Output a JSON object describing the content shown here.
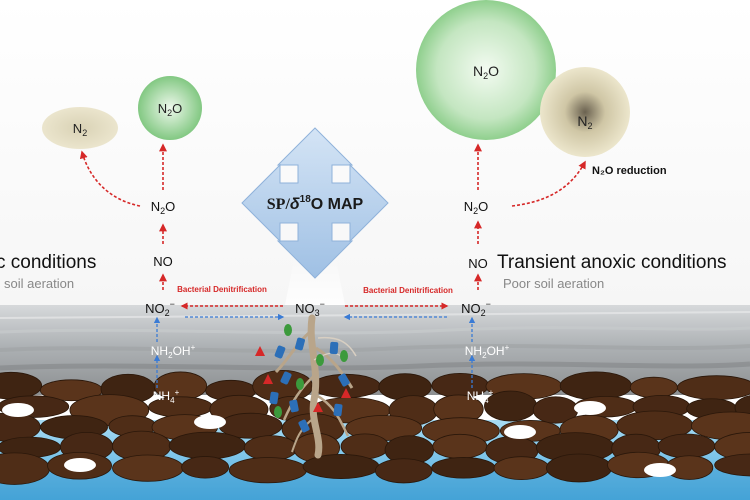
{
  "molecules": {
    "n2": "N",
    "n2o": "N",
    "no": "NO",
    "no2": "NO",
    "no3": "NO",
    "nh2oh": "NH",
    "nh4": "NH",
    "sub2": "2",
    "sub3": "3",
    "sub4": "4",
    "sub_o": "O",
    "minus": "−",
    "plus": "+",
    "oh_plus": "OH",
    "o_suffix": "O"
  },
  "left_panel": {
    "condition_title": "c conditions",
    "condition_subtitle": "soil aeration",
    "process_label": "Bacterial Denitrification"
  },
  "right_panel": {
    "condition_title": "Transient anoxic conditions",
    "condition_subtitle": "Poor soil aeration",
    "process_label": "Bacterial Denitrification",
    "reduction_label": "N₂O reduction"
  },
  "center": {
    "map_label_prefix": "SP/",
    "map_label_delta": "δ",
    "map_label_sup": "18",
    "map_label_suffix": "O MAP"
  },
  "colors": {
    "red_arrow": "#d62828",
    "blue_arrow": "#3a7bd5",
    "soil": "#4a2a16",
    "water": "#6ec3ec",
    "n2_bubble": "#e6e0c6",
    "n2o_bubble": "#a8d9a8",
    "compass": "#b9d2ee"
  }
}
